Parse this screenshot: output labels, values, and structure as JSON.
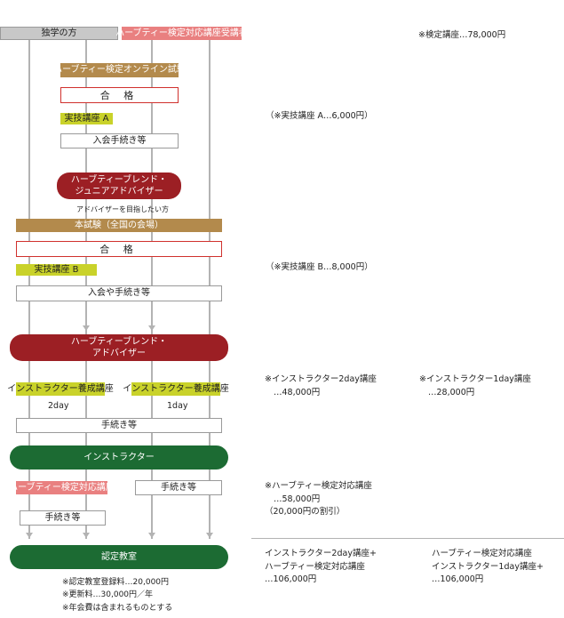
{
  "flow": {
    "start_self": "独学の方",
    "start_course": "ハーブティー検定対応講座受講者",
    "online_exam": "ハーブティー検定オンライン試験",
    "pass1": "合 格",
    "practice_a": "実技講座 A",
    "join1": "入会手続き等",
    "junior_adviser_line1": "ハーブティーブレンド・",
    "junior_adviser_line2": "ジュニアアドバイザー",
    "adviser_aim": "アドバイザーを目指したい方",
    "main_exam": "本試験（全国の会場）",
    "pass2": "合 格",
    "practice_b": "実技講座 B",
    "join2": "入会や手続き等",
    "adviser_line1": "ハーブティーブレンド・",
    "adviser_line2": "アドバイザー",
    "instructor_course_left": "インストラクター養成講座",
    "instructor_course_right": "インストラクター養成講座",
    "label_2day": "2day",
    "label_1day": "1day",
    "procedure": "手続き等",
    "instructor": "インストラクター",
    "herbtea_course": "ハーブティー検定対応講座",
    "procedure_right": "手続き等",
    "procedure_small": "手続き等",
    "certified_school": "認定教室",
    "footnotes": [
      "※認定教室登録料…20,000円",
      "※更新料…30,000円／年",
      "※年会費は含まれるものとする"
    ]
  },
  "notes": {
    "exam_course": "※検定講座…78,000円",
    "practice_a": "（※実技講座 A…6,000円）",
    "practice_b": "（※実技講座 B…8,000円）",
    "inst_2day_1": "※インストラクター2day講座",
    "inst_2day_2": "…48,000円",
    "inst_1day_1": "※インストラクター1day講座",
    "inst_1day_2": "…28,000円",
    "herb_1": "※ハーブティー検定対応講座",
    "herb_2": "…58,000円",
    "herb_3": "（20,000円の割引）",
    "combo_left_1": "インストラクター2day講座+",
    "combo_left_2": "ハーブティー検定対応講座",
    "combo_left_3": "…106,000円",
    "combo_right_1": "ハーブティー検定対応講座",
    "combo_right_2": "インストラクター1day講座+",
    "combo_right_3": "…106,000円"
  },
  "colors": {
    "gray_box": "#c8c8c8",
    "pink": "#e98080",
    "brown": "#b38a4c",
    "lime": "#c9d22a",
    "dark_red": "#9c1f24",
    "dark_green": "#1c6b33",
    "connector": "#b3b3b3"
  }
}
